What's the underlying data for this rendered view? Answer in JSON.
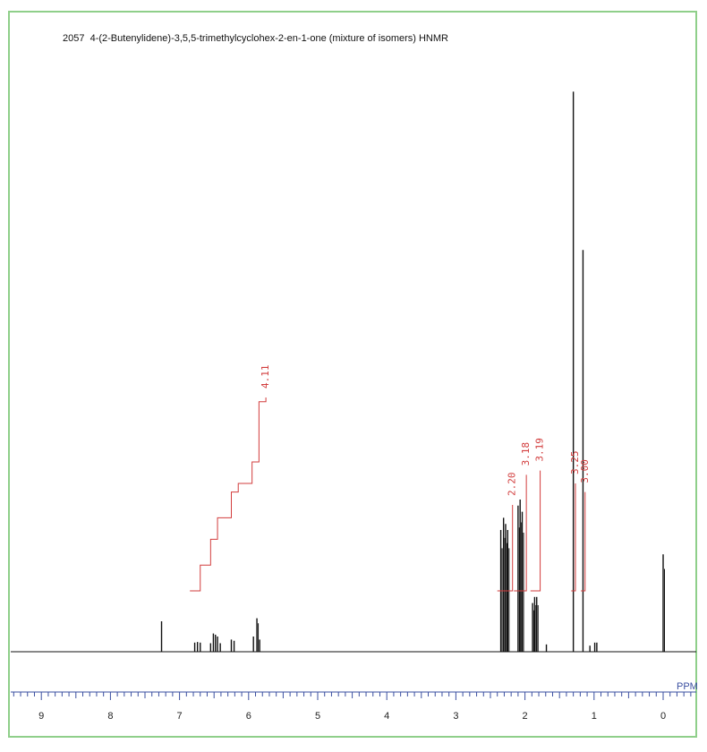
{
  "title": "2057  4-(2-Butenylidene)-3,5,5-trimethylcyclohex-2-en-1-one (mixture of isomers) HNMR",
  "colors": {
    "frame": "#8fcf8a",
    "spectrum": "#111111",
    "integral": "#d23c3c",
    "axis": "#3a4fa0",
    "tick_labels": "#222222"
  },
  "chart_data": {
    "type": "line",
    "title": "2057  4-(2-Butenylidene)-3,5,5-trimethylcyclohex-2-en-1-one (mixture of isomers) HNMR",
    "xlabel": "PPM",
    "ylabel": "",
    "x_reversed": true,
    "xlim": [
      9.5,
      -0.5
    ],
    "x_ticks": [
      "9",
      "8",
      "7",
      "6",
      "5",
      "4",
      "3",
      "2",
      "1",
      "0"
    ],
    "grid": false,
    "legend": "none",
    "peaks": [
      {
        "x": 7.26,
        "height": 0.05
      },
      {
        "x": 6.78,
        "height": 0.015
      },
      {
        "x": 6.74,
        "height": 0.016
      },
      {
        "x": 6.7,
        "height": 0.015
      },
      {
        "x": 6.55,
        "height": 0.014
      },
      {
        "x": 6.51,
        "height": 0.03
      },
      {
        "x": 6.48,
        "height": 0.028
      },
      {
        "x": 6.45,
        "height": 0.025
      },
      {
        "x": 6.41,
        "height": 0.014
      },
      {
        "x": 6.25,
        "height": 0.02
      },
      {
        "x": 6.21,
        "height": 0.018
      },
      {
        "x": 5.93,
        "height": 0.025
      },
      {
        "x": 5.88,
        "height": 0.055
      },
      {
        "x": 5.84,
        "height": 0.02
      },
      {
        "x": 2.35,
        "height": 0.2
      },
      {
        "x": 2.31,
        "height": 0.22
      },
      {
        "x": 2.28,
        "height": 0.21
      },
      {
        "x": 2.25,
        "height": 0.2
      },
      {
        "x": 2.1,
        "height": 0.24
      },
      {
        "x": 2.07,
        "height": 0.25
      },
      {
        "x": 2.04,
        "height": 0.23
      },
      {
        "x": 1.89,
        "height": 0.08
      },
      {
        "x": 1.86,
        "height": 0.09
      },
      {
        "x": 1.83,
        "height": 0.09
      },
      {
        "x": 1.69,
        "height": 0.012
      },
      {
        "x": 1.3,
        "height": 0.92
      },
      {
        "x": 1.16,
        "height": 0.66
      },
      {
        "x": 1.06,
        "height": 0.01
      },
      {
        "x": 0.99,
        "height": 0.015
      },
      {
        "x": 0.96,
        "height": 0.015
      },
      {
        "x": 0.0,
        "height": 0.16
      }
    ],
    "integrals": [
      {
        "from": 6.85,
        "to": 5.75,
        "label": "4.11",
        "steps": [
          [
            6.85,
            0.0
          ],
          [
            6.7,
            0.06
          ],
          [
            6.55,
            0.12
          ],
          [
            6.45,
            0.17
          ],
          [
            6.25,
            0.23
          ],
          [
            6.15,
            0.25
          ],
          [
            5.95,
            0.3
          ],
          [
            5.85,
            0.44
          ],
          [
            5.75,
            0.45
          ]
        ]
      },
      {
        "from": 2.4,
        "to": 2.18,
        "label": "2.20",
        "steps": [
          [
            2.4,
            0.0
          ],
          [
            2.18,
            0.2
          ]
        ]
      },
      {
        "from": 2.16,
        "to": 1.98,
        "label": "3.18",
        "steps": [
          [
            2.16,
            0.0
          ],
          [
            1.98,
            0.27
          ]
        ]
      },
      {
        "from": 1.92,
        "to": 1.78,
        "label": "3.19",
        "steps": [
          [
            1.92,
            0.0
          ],
          [
            1.78,
            0.28
          ]
        ]
      },
      {
        "from": 1.33,
        "to": 1.27,
        "label": "3.25",
        "steps": [
          [
            1.33,
            0.0
          ],
          [
            1.27,
            0.25
          ]
        ]
      },
      {
        "from": 1.19,
        "to": 1.13,
        "label": "3.00",
        "steps": [
          [
            1.19,
            0.0
          ],
          [
            1.13,
            0.23
          ]
        ]
      }
    ]
  }
}
